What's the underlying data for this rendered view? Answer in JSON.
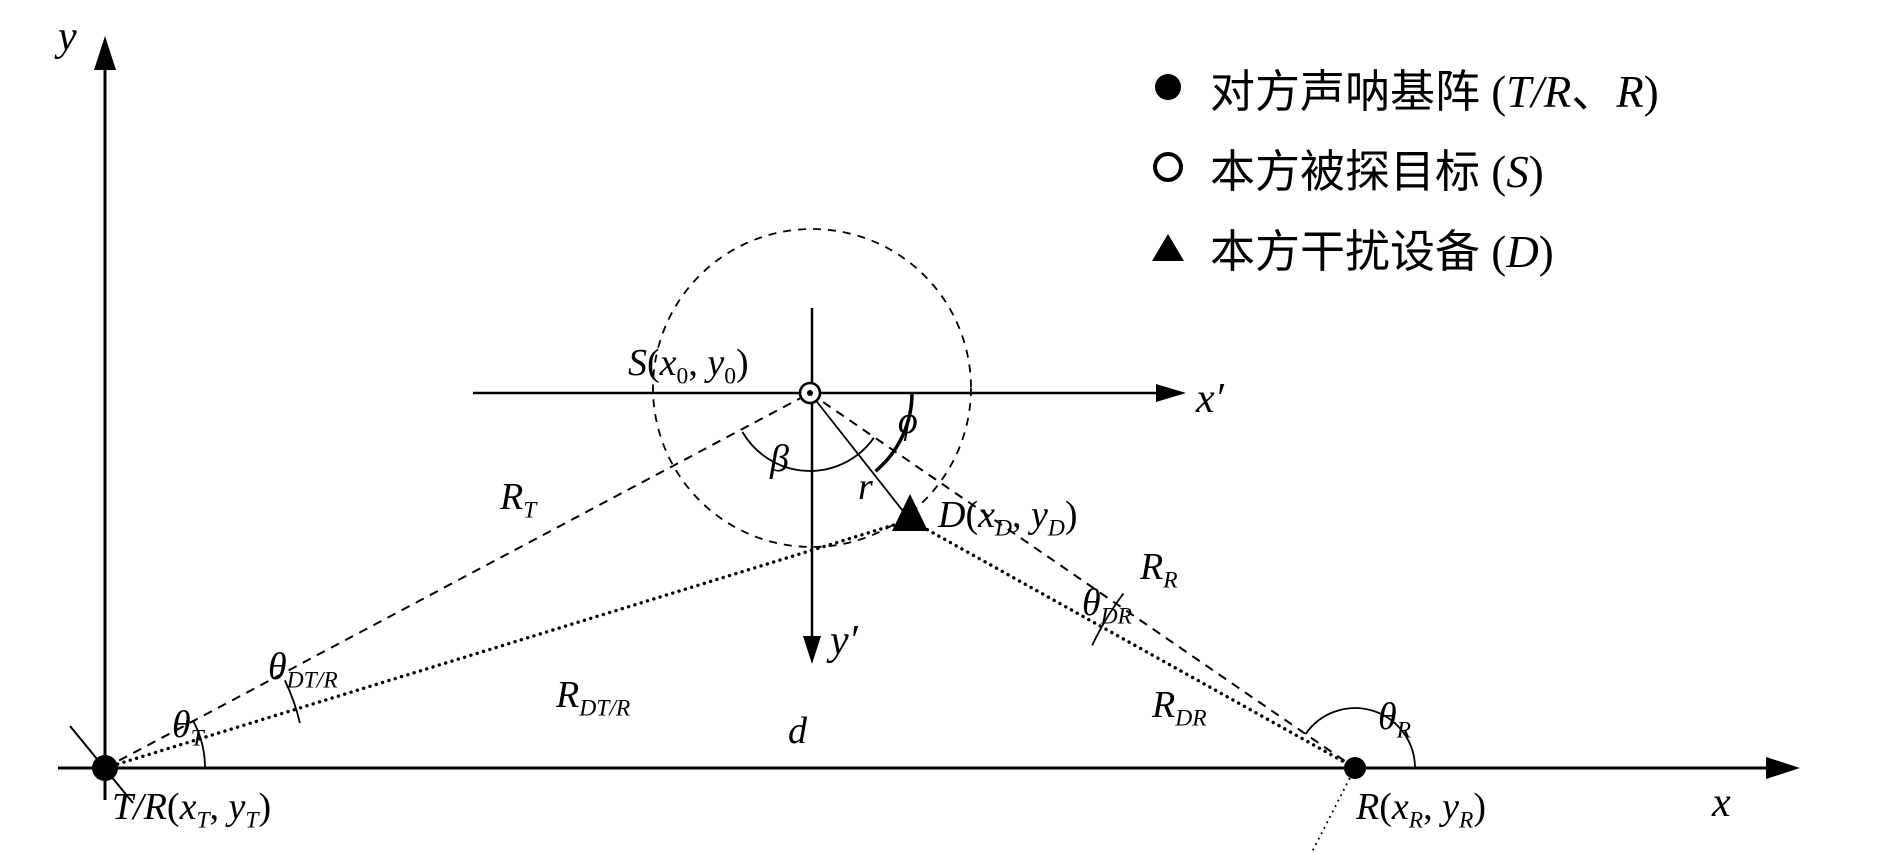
{
  "figure": {
    "colors": {
      "ink": "#000000",
      "background": "#ffffff"
    },
    "axis_labels": {
      "y": [
        {
          "t": "y",
          "i": true
        }
      ],
      "x": [
        {
          "t": "x",
          "i": true
        }
      ],
      "x_prime": [
        {
          "t": "x′",
          "i": true
        }
      ],
      "y_prime": [
        {
          "t": "y′",
          "i": true
        }
      ]
    },
    "point_labels": {
      "S": [
        {
          "t": "S",
          "i": true
        },
        {
          "t": "("
        },
        {
          "t": "x",
          "i": true
        },
        {
          "t": "0",
          "sub": true
        },
        {
          "t": ", "
        },
        {
          "t": "y",
          "i": true
        },
        {
          "t": "0",
          "sub": true
        },
        {
          "t": ")"
        }
      ],
      "TR": [
        {
          "t": "T/R",
          "i": true
        },
        {
          "t": "("
        },
        {
          "t": "x",
          "i": true
        },
        {
          "t": "T",
          "i": true,
          "sub": true
        },
        {
          "t": ", "
        },
        {
          "t": "y",
          "i": true
        },
        {
          "t": "T",
          "i": true,
          "sub": true
        },
        {
          "t": ")"
        }
      ],
      "R": [
        {
          "t": "R",
          "i": true
        },
        {
          "t": "("
        },
        {
          "t": "x",
          "i": true
        },
        {
          "t": "R",
          "i": true,
          "sub": true
        },
        {
          "t": ", "
        },
        {
          "t": "y",
          "i": true
        },
        {
          "t": "R",
          "i": true,
          "sub": true
        },
        {
          "t": ")"
        }
      ],
      "D": [
        {
          "t": "D",
          "i": true
        },
        {
          "t": "("
        },
        {
          "t": "x",
          "i": true
        },
        {
          "t": "D",
          "i": true,
          "sub": true
        },
        {
          "t": ", "
        },
        {
          "t": "y",
          "i": true
        },
        {
          "t": "D",
          "i": true,
          "sub": true
        },
        {
          "t": ")"
        }
      ]
    },
    "distance_labels": {
      "R_T": [
        {
          "t": "R",
          "i": true
        },
        {
          "t": "T",
          "i": true,
          "sub": true
        }
      ],
      "R_R": [
        {
          "t": "R",
          "i": true
        },
        {
          "t": "R",
          "i": true,
          "sub": true
        }
      ],
      "R_DTR": [
        {
          "t": "R",
          "i": true
        },
        {
          "t": "DT/R",
          "i": true,
          "sub": true
        }
      ],
      "R_DR": [
        {
          "t": "R",
          "i": true
        },
        {
          "t": "DR",
          "i": true,
          "sub": true
        }
      ],
      "r": [
        {
          "t": "r",
          "i": true
        }
      ],
      "d": [
        {
          "t": "d",
          "i": true
        }
      ]
    },
    "angle_labels": {
      "theta_T": [
        {
          "t": "θ",
          "i": true
        },
        {
          "t": "T",
          "i": true,
          "sub": true
        }
      ],
      "theta_DTR": [
        {
          "t": "θ",
          "i": true
        },
        {
          "t": "DT/R",
          "i": true,
          "sub": true
        }
      ],
      "theta_R": [
        {
          "t": "θ",
          "i": true
        },
        {
          "t": "R",
          "i": true,
          "sub": true
        }
      ],
      "theta_DR": [
        {
          "t": "θ",
          "i": true
        },
        {
          "t": "DR",
          "i": true,
          "sub": true
        }
      ],
      "beta": [
        {
          "t": "β",
          "i": true
        }
      ],
      "phi": [
        {
          "t": "ϕ",
          "i": true
        }
      ]
    },
    "legend": {
      "items": [
        {
          "marker": "filled-circle",
          "segs": [
            {
              "t": "对方声呐基阵 ("
            },
            {
              "t": "T/R",
              "i": true
            },
            {
              "t": "、"
            },
            {
              "t": "R",
              "i": true
            },
            {
              "t": ")"
            }
          ]
        },
        {
          "marker": "open-circle",
          "segs": [
            {
              "t": "本方被探目标 ("
            },
            {
              "t": "S",
              "i": true
            },
            {
              "t": ")"
            }
          ]
        },
        {
          "marker": "filled-triangle",
          "segs": [
            {
              "t": "本方干扰设备 ("
            },
            {
              "t": "D",
              "i": true
            },
            {
              "t": ")"
            }
          ]
        }
      ]
    }
  }
}
